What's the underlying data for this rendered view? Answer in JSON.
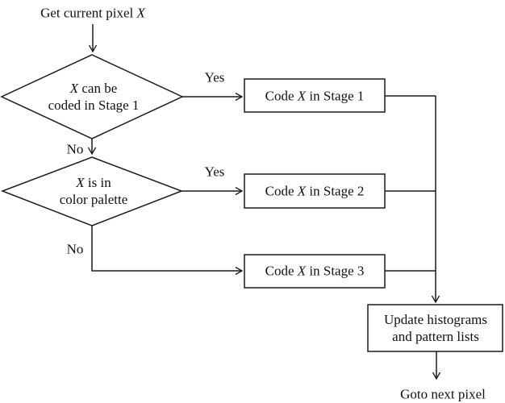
{
  "diagram": {
    "type": "flowchart",
    "colors": {
      "stroke": "#1a1a1a",
      "background": "#ffffff",
      "text": "#111111"
    },
    "nodes": {
      "start": {
        "prefix": "Get current pixel",
        "var": "X"
      },
      "decision1": {
        "line1_var": "X",
        "line1_rest": "can be",
        "line2": "coded in Stage 1"
      },
      "decision2": {
        "line1_var": "X",
        "line1_rest": "is in",
        "line2": "color palette"
      },
      "stage1": {
        "prefix": "Code",
        "var": "X",
        "suffix": "in Stage 1"
      },
      "stage2": {
        "prefix": "Code",
        "var": "X",
        "suffix": "in Stage 2"
      },
      "stage3": {
        "prefix": "Code",
        "var": "X",
        "suffix": "in Stage 3"
      },
      "update": {
        "line1": "Update histograms",
        "line2": "and pattern lists"
      },
      "end": {
        "label": "Goto next pixel"
      }
    },
    "edges": {
      "yes1": "Yes",
      "yes2": "Yes",
      "no1": "No",
      "no2": "No"
    }
  }
}
